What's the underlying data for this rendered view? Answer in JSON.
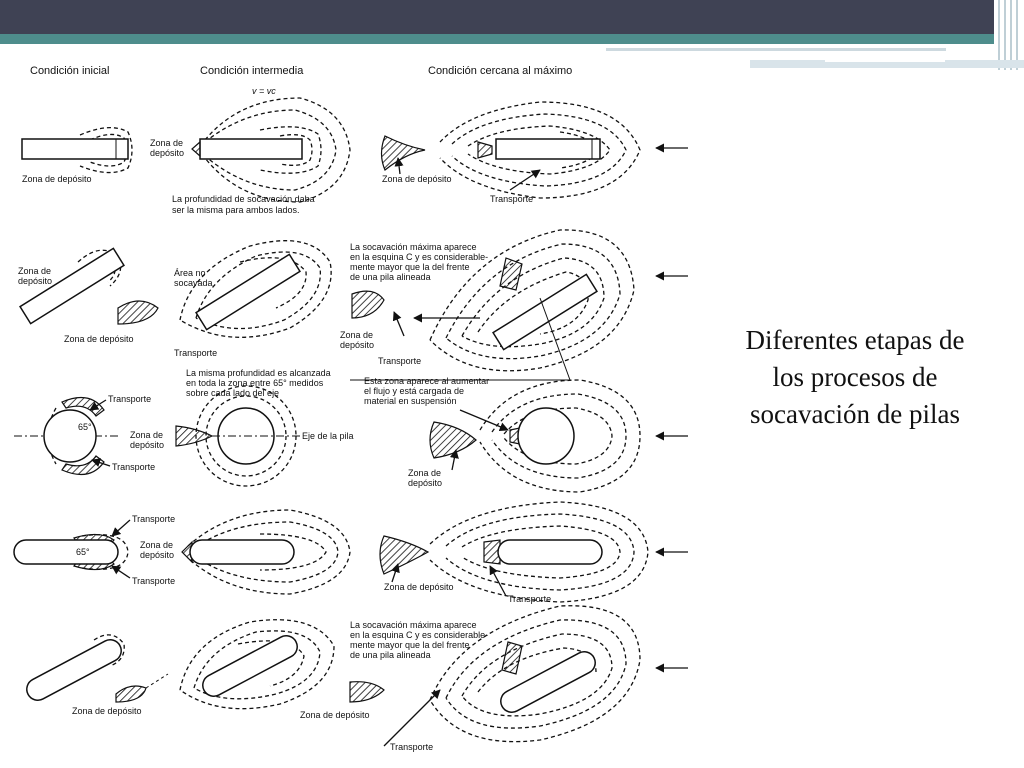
{
  "slide": {
    "caption": [
      "Diferentes etapas de",
      "los procesos de",
      "socavación de pilas"
    ]
  },
  "colors": {
    "header_dark": "#3f4254",
    "header_teal": "#4e8d8c",
    "accent": "#cdd9df"
  },
  "diagram": {
    "headers": {
      "col1": "Condición inicial",
      "col2": "Condición intermedia",
      "col3": "Condición cercana al máximo",
      "velocity": "v = vc"
    },
    "labels": {
      "zona_deposito": "Zona de depósito",
      "zona_de": "Zona de",
      "deposito": "depósito",
      "transporte": "Transporte",
      "area_no": "Área no",
      "socavada": "socavada",
      "eje_pila": "Eje de la pila",
      "note1_l1": "La profundidad de socavación daba",
      "note1_l2": "ser la misma para ambos lados.",
      "note2_l1": "La socavación máxima aparece",
      "note2_l2": "en la esquina C y es considerable-",
      "note2_l3": "mente mayor que la del frente",
      "note2_l4": "de una pila alineada",
      "note3_l1": "La misma profundidad es alcanzada",
      "note3_l2": "en toda la zona entre 65° medidos",
      "note3_l3": "sobre cada lado del eje",
      "note4_l1": "Esta zona aparece al aumentar",
      "note4_l2": "el flujo y está cargada de",
      "note4_l3": "material en suspensión",
      "angle": "65°"
    }
  }
}
